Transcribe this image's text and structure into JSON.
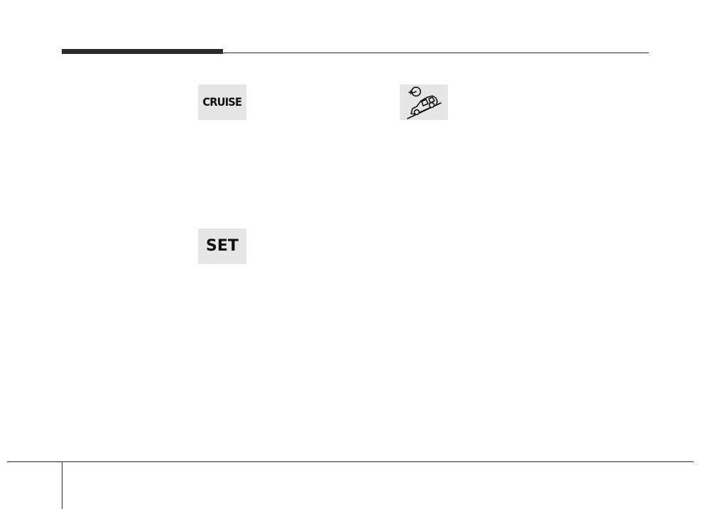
{
  "indicators": {
    "cruise": {
      "label": "CRUISE",
      "icon": "cruise-indicator"
    },
    "set": {
      "label": "SET",
      "icon": "set-indicator"
    },
    "hill_descent": {
      "icon": "downhill-brake-control-icon"
    }
  },
  "colors": {
    "rule": "#2b2b2b",
    "indicator_background": "#e6e6e6",
    "indicator_text": "#111111"
  }
}
